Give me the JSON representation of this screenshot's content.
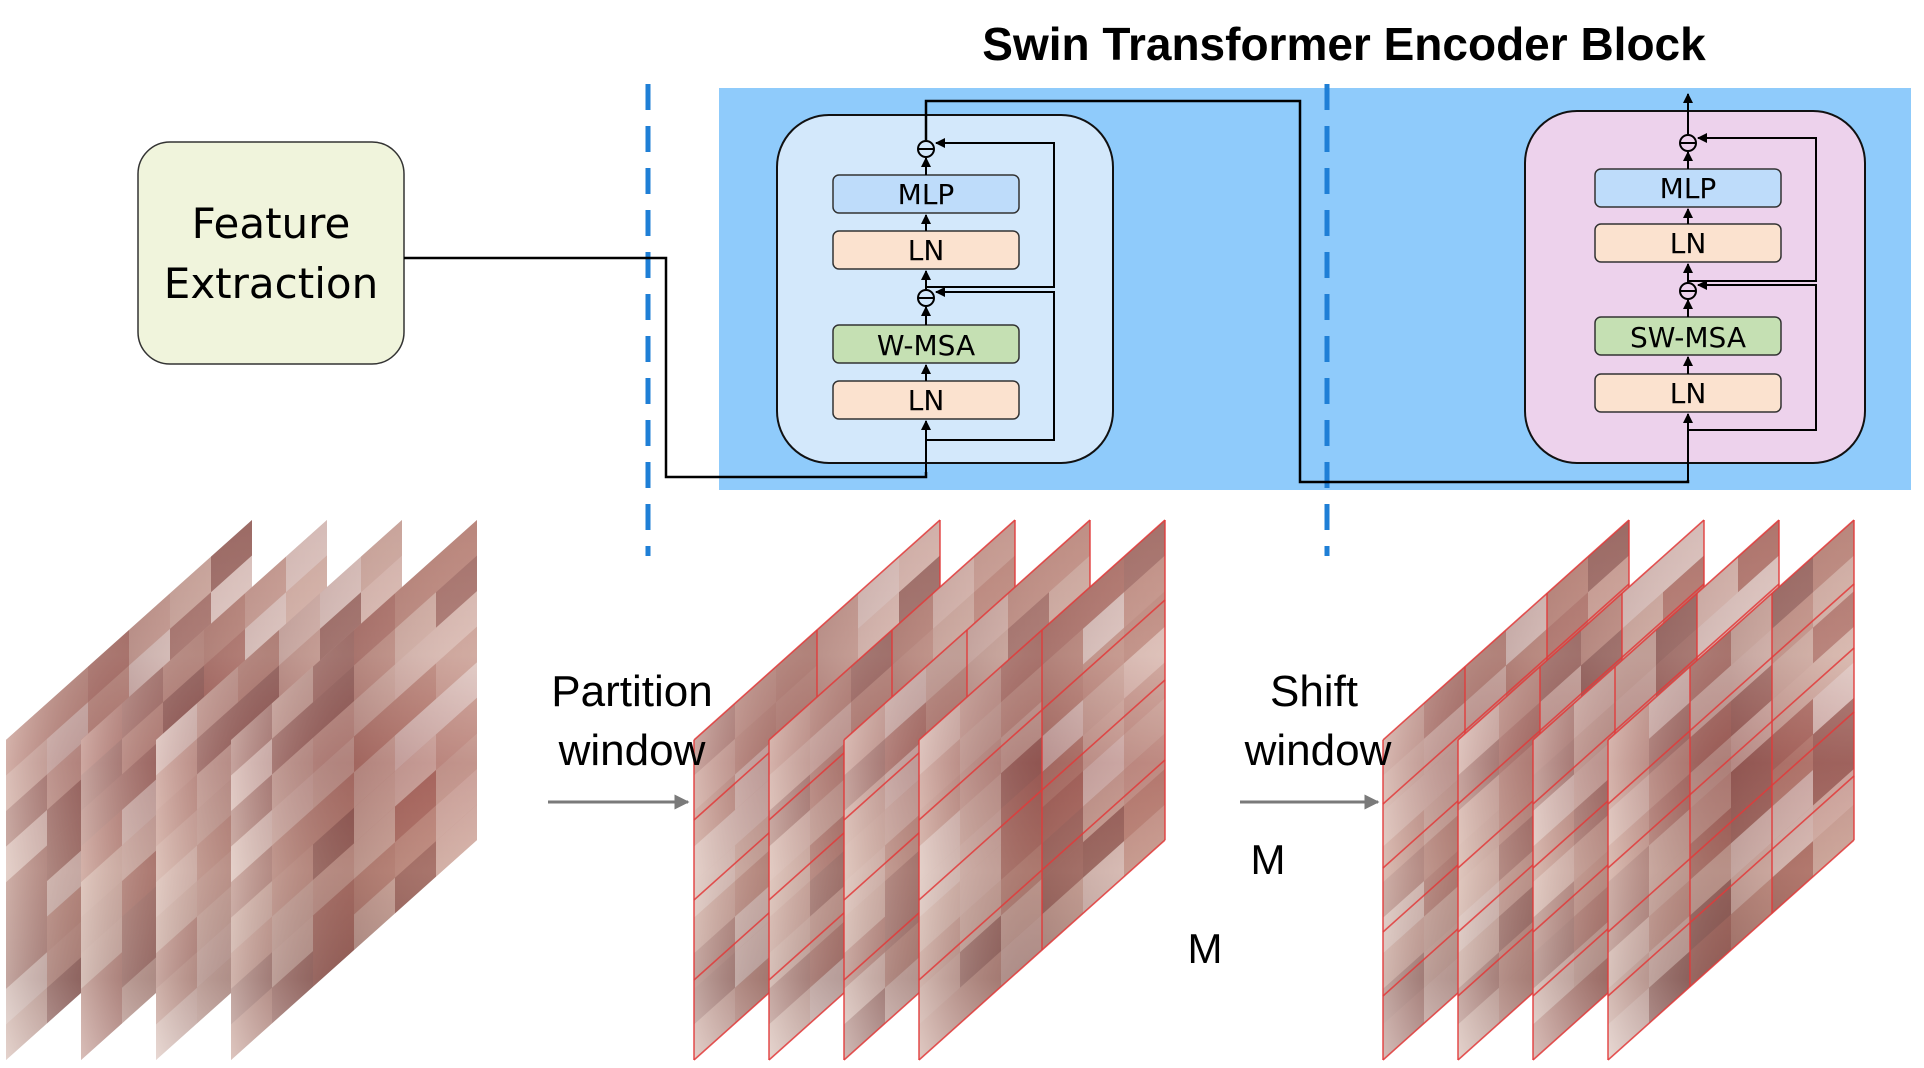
{
  "title": "Swin Transformer Encoder Block",
  "feature_box": {
    "line1": "Feature",
    "line2": "Extraction"
  },
  "block1": {
    "mlp": "MLP",
    "ln_top": "LN",
    "msa": "W-MSA",
    "ln_bottom": "LN"
  },
  "block2": {
    "mlp": "MLP",
    "ln_top": "LN",
    "msa": "SW-MSA",
    "ln_bottom": "LN"
  },
  "labels": {
    "partition_line1": "Partition",
    "partition_line2": "window",
    "shift_line1": "Shift",
    "shift_line2": "window",
    "m_right": "M",
    "m_bottom": "M"
  },
  "colors": {
    "encoder_bg": "#8fcbfb",
    "block1_bg": "#d3e8fb",
    "block2_bg": "#edd2ec",
    "feature_bg": "#f0f4dc",
    "mlp": "#bedcfa",
    "ln": "#fbe2cf",
    "msa": "#c5e0b3",
    "dash": "#1f7fd6",
    "grid": "#e23a3a",
    "arrow_gray": "#7a7a7a"
  }
}
